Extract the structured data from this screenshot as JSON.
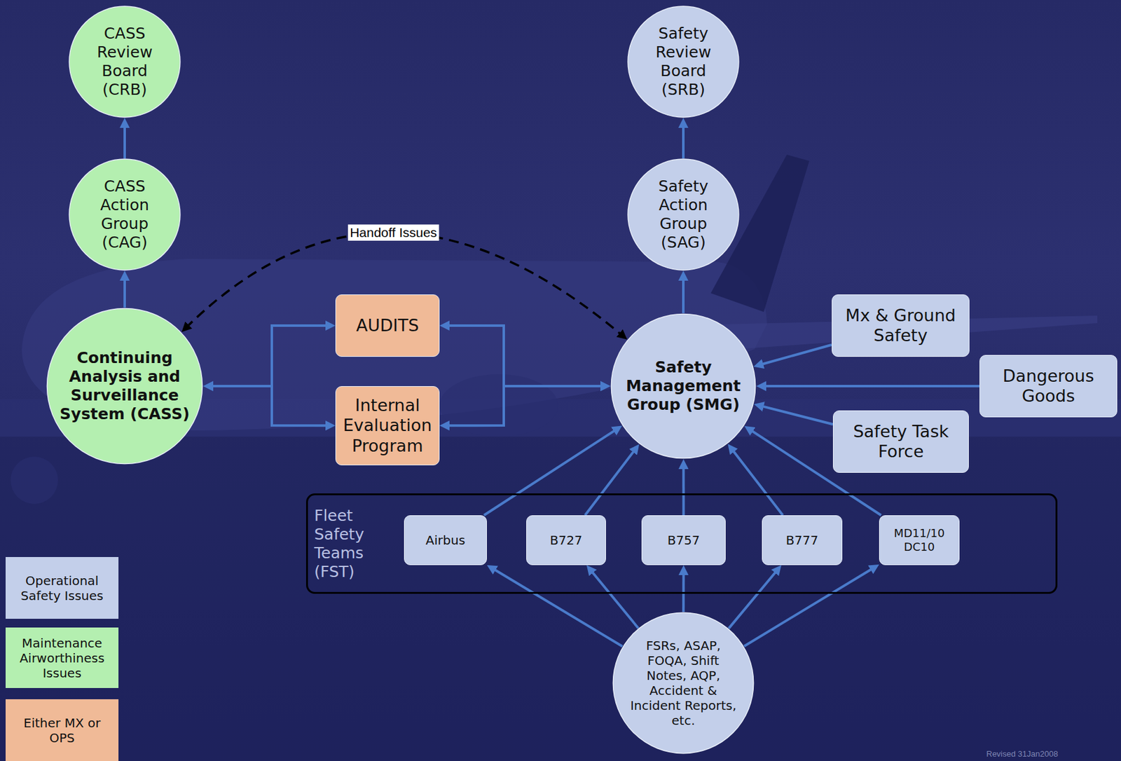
{
  "diagram": {
    "nodes": [
      {
        "text": [
          "CASS Review Board (CRB)"
        ]
      },
      {
        "text": [
          "Safety Review Board (SRB)"
        ]
      },
      {
        "text": [
          "CASS Action Group (CAG)"
        ]
      },
      {
        "text": [
          "Safety Action Group (SAG)"
        ]
      },
      {
        "text": [
          "Continuing Analysis and Surveillance System (CASS)"
        ]
      },
      {
        "text": [
          "AUDITS"
        ]
      },
      {
        "text": [
          "Internal Evaluation Program"
        ]
      },
      {
        "text": [
          "Safety Management Group (SMG)"
        ]
      },
      {
        "text": [
          "Mx & Ground Safety"
        ]
      },
      {
        "text": [
          "Dangerous Goods"
        ]
      },
      {
        "text": [
          "Safety Task Force"
        ]
      },
      {
        "text": [
          "Fleet Safety Teams (FST)"
        ]
      },
      {
        "text": [
          "Airbus"
        ],
        "in": 11
      },
      {
        "text": [
          "B727"
        ],
        "in": 11
      },
      {
        "text": [
          "B757"
        ],
        "in": 11
      },
      {
        "text": [
          "B777"
        ],
        "in": 11
      },
      {
        "text": [
          "MD11/10 DC10"
        ],
        "in": 11
      },
      {
        "text": [
          "FSRs, ASAP, FOQA, Shift Notes, AQP, Accident & Incident Reports, etc."
        ]
      }
    ],
    "edges": [
      {
        "from": 4,
        "to": 2,
        "arrow": "to"
      },
      {
        "from": 2,
        "to": 0,
        "arrow": "to"
      },
      {
        "from": 7,
        "to": 3,
        "arrow": "to"
      },
      {
        "from": 3,
        "to": 1,
        "arrow": "to"
      },
      {
        "from": 4,
        "to": 7,
        "arrow": "both",
        "label": "Handoff Issues"
      },
      {
        "from": 5,
        "to": 4,
        "arrow": "both"
      },
      {
        "from": 6,
        "to": 4,
        "arrow": "both"
      },
      {
        "from": 5,
        "to": 7,
        "arrow": "both"
      },
      {
        "from": 6,
        "to": 7,
        "arrow": "both"
      },
      {
        "from": 8,
        "to": 7,
        "arrow": "to"
      },
      {
        "from": 9,
        "to": 7,
        "arrow": "to"
      },
      {
        "from": 10,
        "to": 7,
        "arrow": "to"
      },
      {
        "from": 12,
        "to": 7,
        "arrow": "to"
      },
      {
        "from": 13,
        "to": 7,
        "arrow": "to"
      },
      {
        "from": 14,
        "to": 7,
        "arrow": "to"
      },
      {
        "from": 15,
        "to": 7,
        "arrow": "to"
      },
      {
        "from": 16,
        "to": 7,
        "arrow": "to"
      },
      {
        "from": 17,
        "to": 12,
        "arrow": "to"
      },
      {
        "from": 17,
        "to": 13,
        "arrow": "to"
      },
      {
        "from": 17,
        "to": 14,
        "arrow": "to"
      },
      {
        "from": 17,
        "to": 15,
        "arrow": "to"
      },
      {
        "from": 17,
        "to": 16,
        "arrow": "to"
      }
    ],
    "labels": [
      "Revised 31Jan2008"
    ],
    "legend": [
      {
        "text": "Operational Safety Issues",
        "color": "#c3cfea"
      },
      {
        "text": "Maintenance Airworthiness Issues",
        "color": "#b4efb0"
      },
      {
        "text": "Either MX or OPS",
        "color": "#f0ba97"
      }
    ]
  }
}
